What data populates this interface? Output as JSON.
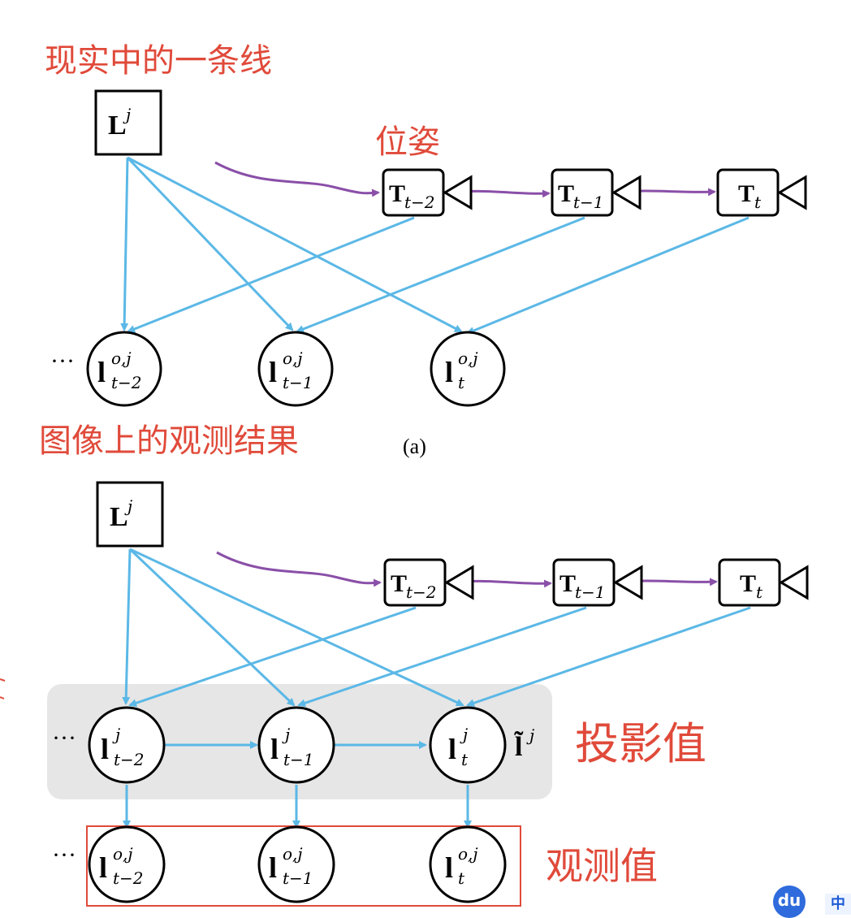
{
  "diagram_a": {
    "landmark": {
      "label": "L",
      "sup": "j"
    },
    "poses": [
      {
        "label": "T",
        "sub": "t−2"
      },
      {
        "label": "T",
        "sub": "t−1"
      },
      {
        "label": "T",
        "sub": "t"
      }
    ],
    "observations": [
      {
        "label": "l",
        "sup": "o,j",
        "sub": "t−2"
      },
      {
        "label": "l",
        "sup": "o,j",
        "sub": "t−1"
      },
      {
        "label": "l",
        "sup": "o,j",
        "sub": "t"
      }
    ],
    "ellipsis": "···",
    "caption": "(a)",
    "annotations": {
      "landmark_note": "现实中的一条线",
      "pose_note": "位姿",
      "observation_note": "图像上的观测结果"
    }
  },
  "diagram_b": {
    "landmark": {
      "label": "L",
      "sup": "j"
    },
    "poses": [
      {
        "label": "T",
        "sub": "t−2"
      },
      {
        "label": "T",
        "sub": "t−1"
      },
      {
        "label": "T",
        "sub": "t"
      }
    ],
    "projections": [
      {
        "label": "l",
        "sup": "j",
        "sub": "t−2"
      },
      {
        "label": "l",
        "sup": "j",
        "sub": "t−1"
      },
      {
        "label": "l",
        "sup": "j",
        "sub": "t"
      }
    ],
    "projection_group": {
      "label": "l̃",
      "sup": "j"
    },
    "observations": [
      {
        "label": "l",
        "sup": "o,j",
        "sub": "t−2"
      },
      {
        "label": "l",
        "sup": "o,j",
        "sub": "t−1"
      },
      {
        "label": "l",
        "sup": "o,j",
        "sub": "t"
      }
    ],
    "ellipsis_1": "···",
    "ellipsis_2": "···",
    "annotations": {
      "projection_note": "投影值",
      "observation_note": "观测值"
    }
  },
  "overlay": {
    "baidu_badge": "du",
    "ime_indicator": "中"
  },
  "colors": {
    "edge_blue": "#5bb8e6",
    "edge_purple": "#8a4fa8",
    "handwriting_red": "#e04a3a",
    "group_gray": "#e6e6e6"
  }
}
